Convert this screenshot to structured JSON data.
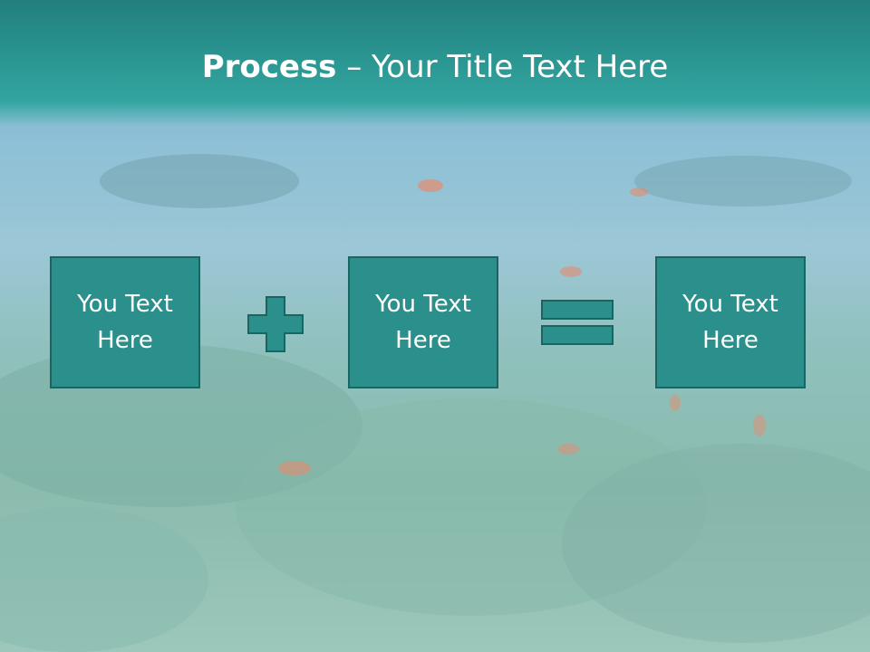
{
  "slide": {
    "title_bold": "Process",
    "title_rest": " – Your Title Text Here",
    "boxes": [
      {
        "text": "You Text\nHere"
      },
      {
        "text": "You Text\nHere"
      },
      {
        "text": "You Text\nHere"
      }
    ],
    "operators": [
      "plus-icon",
      "equals-icon"
    ],
    "colors": {
      "title_band": "#2a9591",
      "box_fill": "#2b8f8b",
      "box_border": "#1a6562",
      "text": "#ffffff"
    }
  }
}
